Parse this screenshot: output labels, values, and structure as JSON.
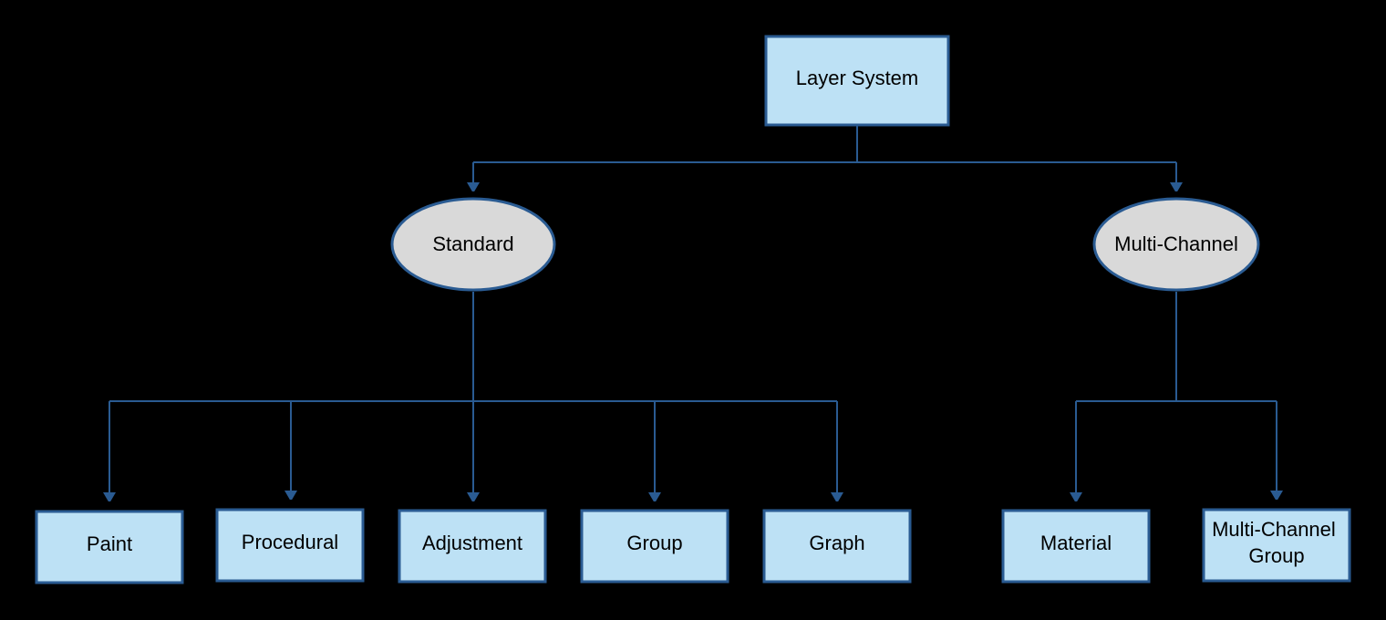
{
  "colors": {
    "background": "#000000",
    "box_fill": "#bde1f5",
    "ellipse_fill": "#d9d9d9",
    "stroke": "#2a5b92",
    "text": "#000000"
  },
  "root": {
    "label": "Layer System"
  },
  "categories": [
    {
      "key": "standard",
      "label": "Standard"
    },
    {
      "key": "multichannel",
      "label": "Multi-Channel"
    }
  ],
  "standard_children": [
    {
      "key": "paint",
      "label": "Paint"
    },
    {
      "key": "procedural",
      "label": "Procedural"
    },
    {
      "key": "adjustment",
      "label": "Adjustment"
    },
    {
      "key": "group",
      "label": "Group"
    },
    {
      "key": "graph",
      "label": "Graph"
    }
  ],
  "multichannel_children": [
    {
      "key": "material",
      "label": "Material"
    },
    {
      "key": "mc-group",
      "label_line1": "Multi-Channel",
      "label_line2": "Group"
    }
  ]
}
